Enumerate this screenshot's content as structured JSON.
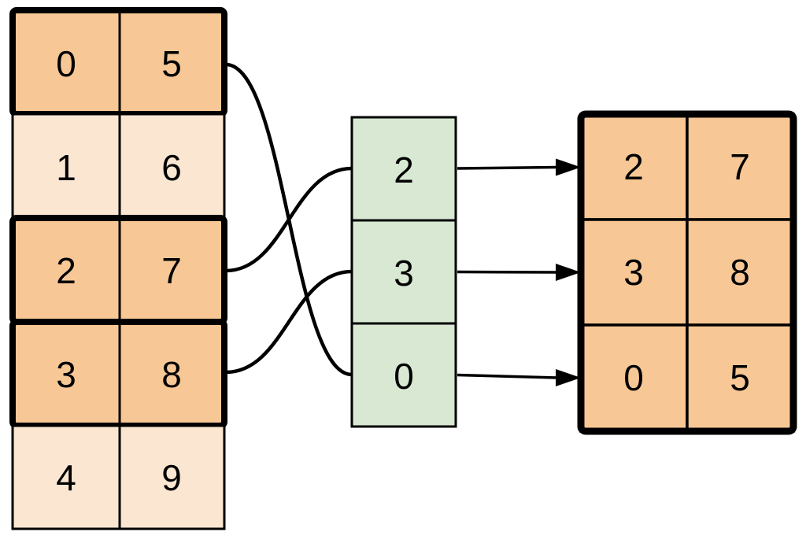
{
  "colors": {
    "highlight_fill": "#f7c795",
    "muted_fill": "#fae6d1",
    "index_fill": "#d8e8d3",
    "stroke": "#000000"
  },
  "source_table": {
    "rows": [
      {
        "highlighted": true,
        "cells": [
          "0",
          "5"
        ]
      },
      {
        "highlighted": false,
        "cells": [
          "1",
          "6"
        ]
      },
      {
        "highlighted": true,
        "cells": [
          "2",
          "7"
        ]
      },
      {
        "highlighted": true,
        "cells": [
          "3",
          "8"
        ]
      },
      {
        "highlighted": false,
        "cells": [
          "4",
          "9"
        ]
      }
    ]
  },
  "index_column": {
    "cells": [
      "2",
      "3",
      "0"
    ]
  },
  "result_table": {
    "rows": [
      {
        "cells": [
          "2",
          "7"
        ]
      },
      {
        "cells": [
          "3",
          "8"
        ]
      },
      {
        "cells": [
          "0",
          "5"
        ]
      }
    ]
  },
  "connections": {
    "source_to_index": [
      {
        "from_source_row": 0,
        "to_index_cell": 2
      },
      {
        "from_source_row": 2,
        "to_index_cell": 0
      },
      {
        "from_source_row": 3,
        "to_index_cell": 1
      }
    ],
    "index_to_result": [
      {
        "from_index_cell": 0,
        "to_result_row": 0
      },
      {
        "from_index_cell": 1,
        "to_result_row": 1
      },
      {
        "from_index_cell": 2,
        "to_result_row": 2
      }
    ]
  }
}
